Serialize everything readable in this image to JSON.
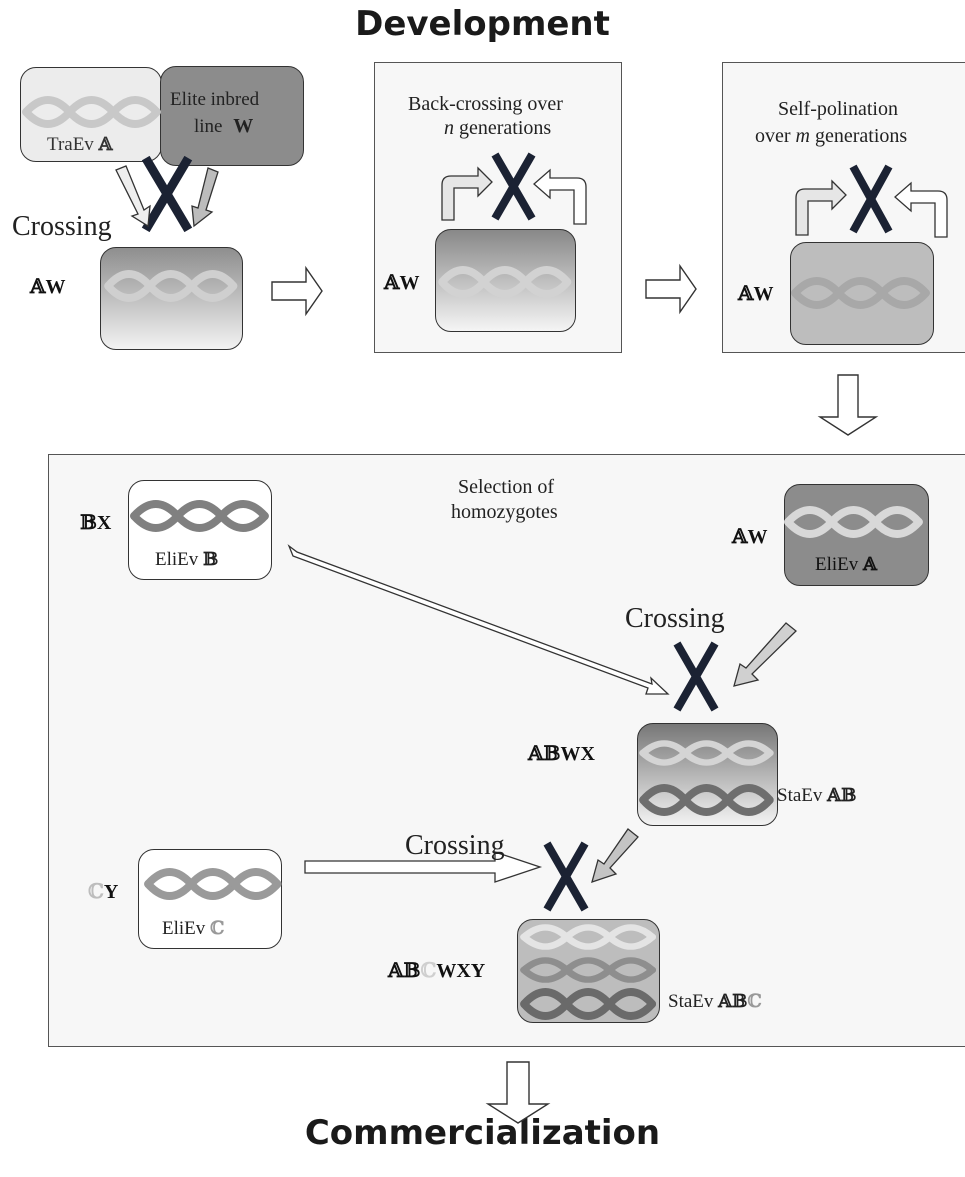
{
  "titles": {
    "top": "Development",
    "bottom": "Commercialization"
  },
  "crossing_label": "Crossing",
  "stage1": {
    "parent_a": {
      "name": "TraEv",
      "letter": "𝔸"
    },
    "parent_w": {
      "line1": "Elite inbred",
      "line2": "line",
      "letter": "W"
    },
    "hybrid": {
      "letter1": "𝔸",
      "letter2": "W"
    }
  },
  "stage2": {
    "text_line1": "Back-crossing over",
    "text_var": "n",
    "text_line2_rest": " generations",
    "label1": "𝔸",
    "label2": "W"
  },
  "stage3": {
    "text_line1": "Self-polination",
    "text_line2_pre": "over ",
    "text_var": "m",
    "text_line2_rest": " generations",
    "label1": "𝔸",
    "label2": "W"
  },
  "selection": {
    "heading_line1": "Selection of",
    "heading_line2": "homozygotes",
    "elievb": {
      "label1": "𝔹",
      "label2": "X",
      "name": "EliEv",
      "letter": "𝔹"
    },
    "elieva": {
      "label1": "𝔸",
      "label2": "W",
      "name": "EliEv",
      "letter": "𝔸"
    },
    "staev_ab": {
      "label_a": "𝔸",
      "label_b": "𝔹",
      "label_rest": "WX",
      "name": "StaEv",
      "letter_a": "𝔸",
      "letter_b": "𝔹"
    },
    "eliev_c": {
      "label1": "ℂ",
      "label2": "Y",
      "name": "EliEv",
      "letter": "ℂ"
    },
    "staev_abc": {
      "label_a": "𝔸",
      "label_b": "𝔹",
      "label_c": "ℂ",
      "label_rest": "WXY",
      "name": "StaEv",
      "letter_a": "𝔸",
      "letter_b": "𝔹",
      "letter_c": "ℂ"
    }
  },
  "colors": {
    "dark_box": "#8a8a8a",
    "mid_box": "#bdbdbd",
    "light_box": "#e8e8e8",
    "helix_light": "#c8c8c8",
    "helix_dark": "#7a7a7a",
    "x_mark": "#1b2233",
    "c_letter": "#bdbdbd"
  }
}
